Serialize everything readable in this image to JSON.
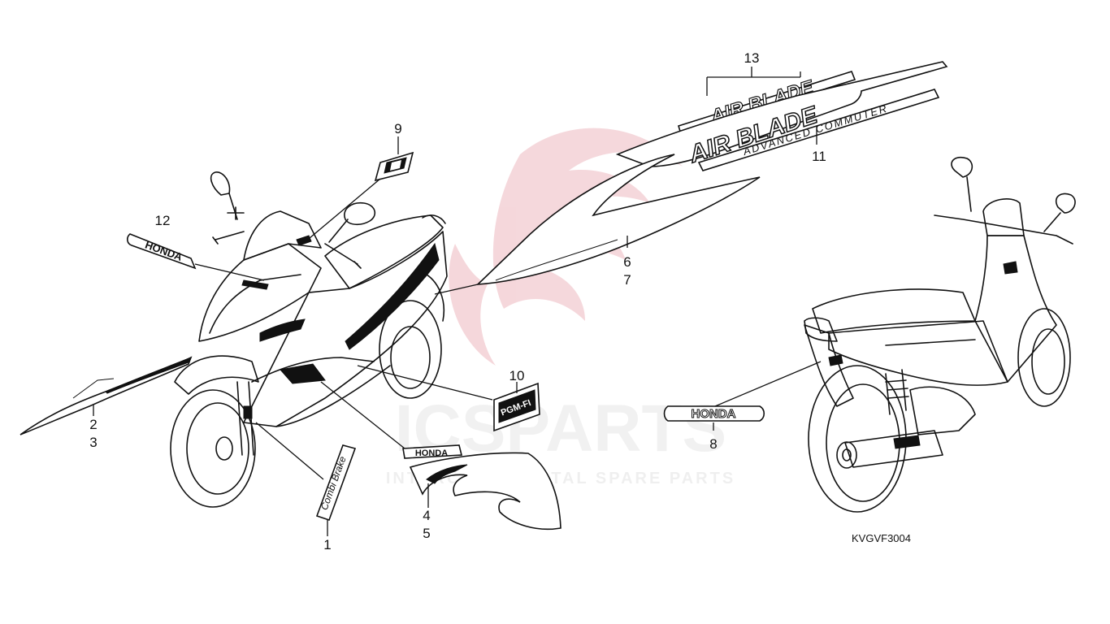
{
  "diagram": {
    "code": "KVGVF3004",
    "watermark": {
      "brand": "ICSPARTS",
      "tagline": "INTERCONTINENTAL SPARE PARTS",
      "color": "#e8a0a8"
    },
    "callouts": {
      "c1": "1",
      "c2": "2",
      "c3": "3",
      "c4": "4",
      "c5": "5",
      "c6": "6",
      "c7": "7",
      "c8": "8",
      "c9": "9",
      "c10": "10",
      "c11": "11",
      "c12": "12",
      "c13": "13"
    },
    "decal_text": {
      "honda_emblem_12": "HONDA",
      "honda_emblem_8": "HONDA",
      "honda_small": "HONDA",
      "air_blade_small": "AIR BLADE",
      "air_blade_large": "AIR BLADE",
      "advanced_commuter": "ADVANCED COMMUTER",
      "combi_brake": "Combi Brake",
      "pgm_fi": "PGM-FI"
    }
  }
}
